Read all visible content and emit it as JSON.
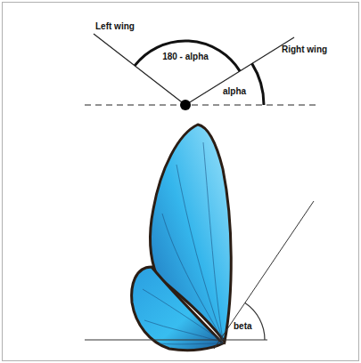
{
  "diagram": {
    "labels": [
      "Left wing",
      "180 - alpha",
      "Right wing",
      "alpha",
      "beta"
    ]
  }
}
